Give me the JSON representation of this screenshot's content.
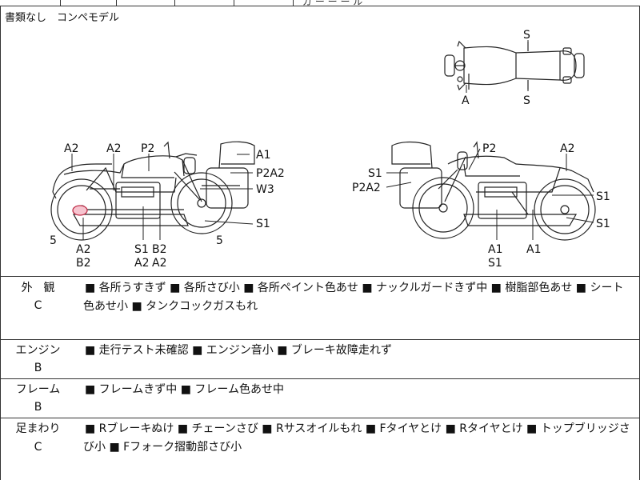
{
  "header": {
    "cut_text": "ガ ー  ー  ー  ル"
  },
  "note": "書類なし　コンペモデル",
  "diagram": {
    "top_view": {
      "S_front": "S",
      "S_rear": "S",
      "A": "A"
    },
    "left_view": {
      "A2_front_fender": "A2",
      "A2_frame": "A2",
      "P2_tank": "P2",
      "A1_top_case": "A1",
      "P2A2_side_case": "P2A2",
      "W3": "W3",
      "S1_rear_wheel": "S1",
      "num_front": "5",
      "num_rear": "5",
      "A2_exhaust": "A2",
      "B2_exhaust": "B2",
      "S1_engine": "S1",
      "B2_engine": "B2",
      "A2_engine_1": "A2",
      "A2_engine_2": "A2"
    },
    "right_view": {
      "S1_case": "S1",
      "P2A2_case": "P2A2",
      "P2_tank": "P2",
      "A2_front": "A2",
      "S1_fork": "S1",
      "S1_front_wheel": "S1",
      "A1_engine": "A1",
      "S1_engine": "S1",
      "A1_exhaust": "A1"
    }
  },
  "sections": [
    {
      "title": "外　観",
      "grade": "C",
      "text": "■ 各所うすきず ■ 各所さび小 ■ 各所ペイント色あせ ■ ナックルガードきず中 ■ 樹脂部色あせ ■ シート色あせ小 ■ タンクコックガスもれ"
    },
    {
      "title": "エンジン",
      "grade": "B",
      "text": "■ 走行テスト未確認 ■ エンジン音小 ■ ブレーキ故障走れず"
    },
    {
      "title": "フレーム",
      "grade": "B",
      "text": "■ フレームきず中 ■ フレーム色あせ中"
    },
    {
      "title": "足まわり",
      "grade": "C",
      "text": "■ Rブレーキぬけ ■ チェーンさび ■ Rサスオイルもれ ■ Fタイヤとけ ■ Rタイヤとけ ■ トップブリッジさび小 ■ Fフォーク摺動部さび小"
    }
  ]
}
